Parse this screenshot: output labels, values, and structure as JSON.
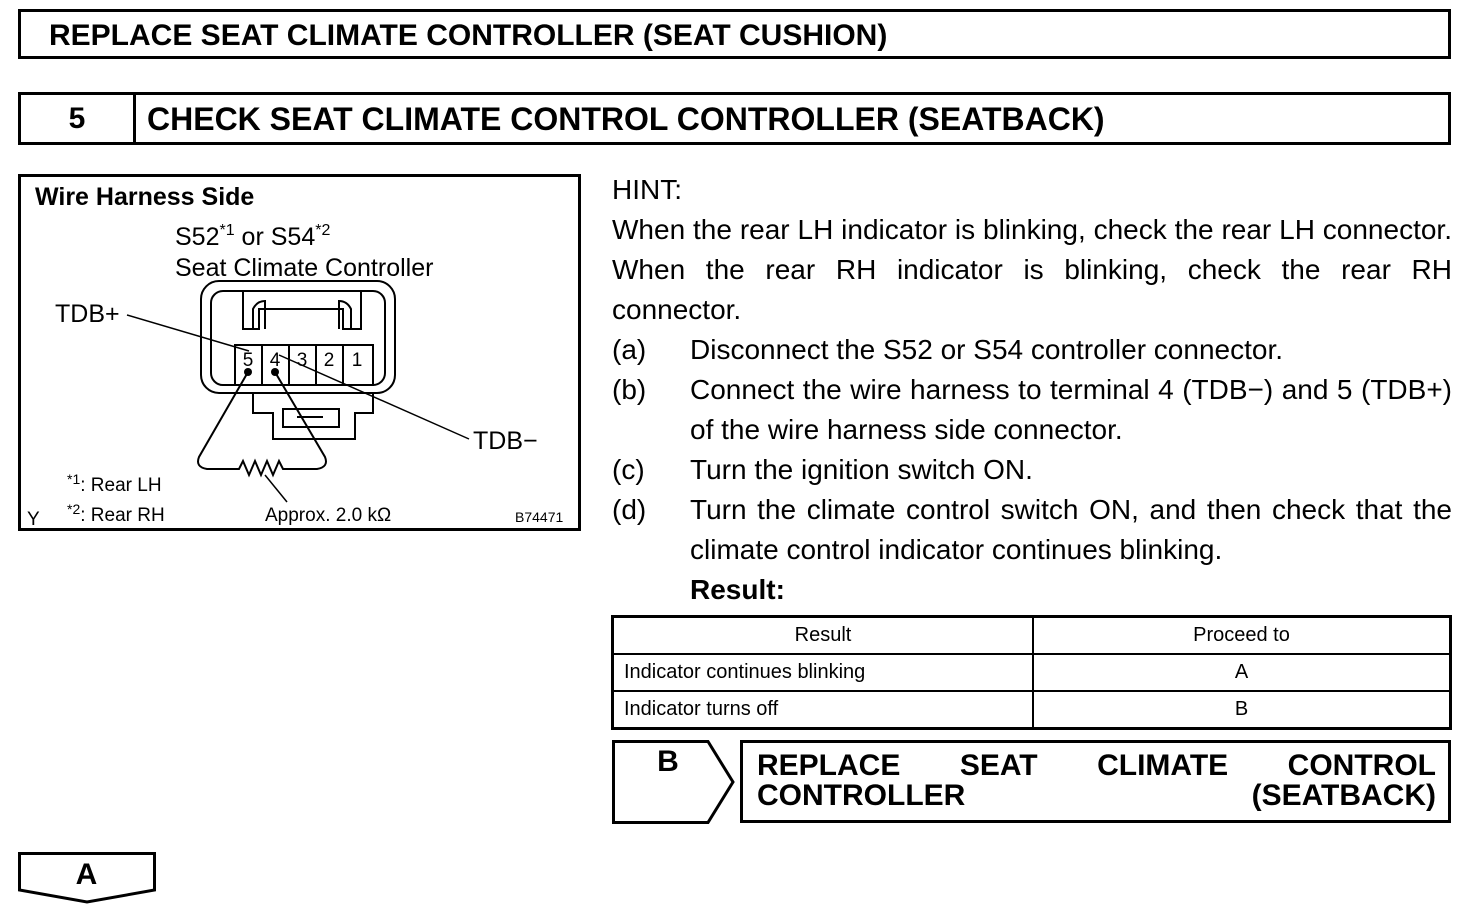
{
  "page": {
    "top_title": "REPLACE SEAT CLIMATE CONTROLLER (SEAT CUSHION)",
    "step": {
      "number": "5",
      "title": "CHECK SEAT CLIMATE CONTROL CONTROLLER (SEATBACK)"
    }
  },
  "diagram": {
    "heading": "Wire Harness Side",
    "connector_title_a": "S52",
    "connector_title_a_sup": "*1",
    "connector_title_or": " or ",
    "connector_title_b": "S54",
    "connector_title_b_sup": "*2",
    "connector_subtitle": "Seat Climate Controller",
    "pins": [
      "5",
      "4",
      "3",
      "2",
      "1"
    ],
    "label_tdb_plus": "TDB+",
    "label_tdb_minus": "TDB−",
    "note1_mark": "*1",
    "note1_text": ": Rear LH",
    "note2_mark": "*2",
    "note2_text": ": Rear RH",
    "resistance": "Approx. 2.0 kΩ",
    "corner_letter": "Y",
    "figure_code": "B74471"
  },
  "instructions": {
    "hint_label": "HINT:",
    "hint_text": "When the rear LH indicator is blinking, check the rear LH con­nector. When the rear RH indicator is blinking, check the rear RH connector.",
    "steps": [
      {
        "label": "(a)",
        "text": "Disconnect the S52 or S54 controller connector."
      },
      {
        "label": "(b)",
        "text": "Connect the wire harness to terminal 4 (TDB−) and 5 (TDB+) of the wire harness side connector."
      },
      {
        "label": "(c)",
        "text": "Turn the ignition switch ON."
      },
      {
        "label": "(d)",
        "text": "Turn the climate control switch ON, and then check that the climate control indicator continues blinking."
      }
    ],
    "result_label": "Result:"
  },
  "result_table": {
    "headers": [
      "Result",
      "Proceed to"
    ],
    "rows": [
      [
        "Indicator continues blinking",
        "A"
      ],
      [
        "Indicator turns off",
        "B"
      ]
    ]
  },
  "outcomes": {
    "b_label": "B",
    "b_action": "REPLACE SEAT CLIMATE CONTROL CONTROLLER (SEATBACK)",
    "a_label": "A"
  }
}
